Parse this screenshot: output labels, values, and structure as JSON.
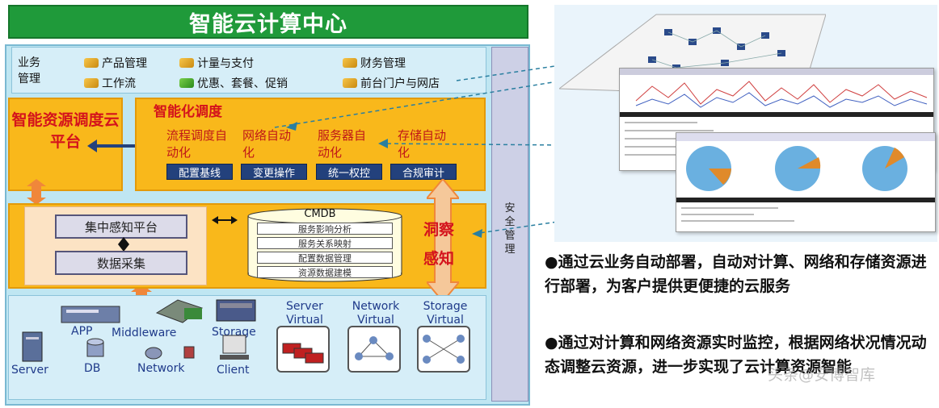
{
  "title": "智能云计算中心",
  "business": {
    "label": "业务管理",
    "items": [
      "产品管理",
      "计量与支付",
      "财务管理",
      "工作流",
      "优惠、套餐、促销",
      "前台门户与网店"
    ]
  },
  "resource_platform": {
    "label": "智能资源调度云平台"
  },
  "scheduling": {
    "title": "智能化调度",
    "cells": [
      "流程调度自动化",
      "网络自动化",
      "服务器自动化",
      "存储自动化"
    ],
    "buttons": [
      "配置基线",
      "变更操作",
      "统一权控",
      "合规审计"
    ]
  },
  "perception": {
    "central": "集中感知平台",
    "collect": "数据采集",
    "cmdb_title": "CMDB",
    "cmdb_rows": [
      "服务影响分析",
      "服务关系映射",
      "配置数据管理",
      "资源数据建模"
    ],
    "insight": "洞察感知"
  },
  "security": {
    "label": "安全管理"
  },
  "infra": {
    "app": "APP",
    "middleware": "Middleware",
    "storage": "Storage",
    "server": "Server",
    "db": "DB",
    "network": "Network",
    "client": "Client",
    "virtual": [
      {
        "name": "Server",
        "sub": "Virtual"
      },
      {
        "name": "Network",
        "sub": "Virtual"
      },
      {
        "name": "Storage",
        "sub": "Virtual"
      }
    ]
  },
  "bullets": [
    "通过云业务自动部署，自动对计算、网络和存储资源进行部署，为客户提供更便捷的云服务",
    "通过对计算和网络资源实时监控，根据网络状况情况动态调整云资源，进一步实现了云计算资源智能"
  ],
  "watermark": "头条@安博智库"
}
